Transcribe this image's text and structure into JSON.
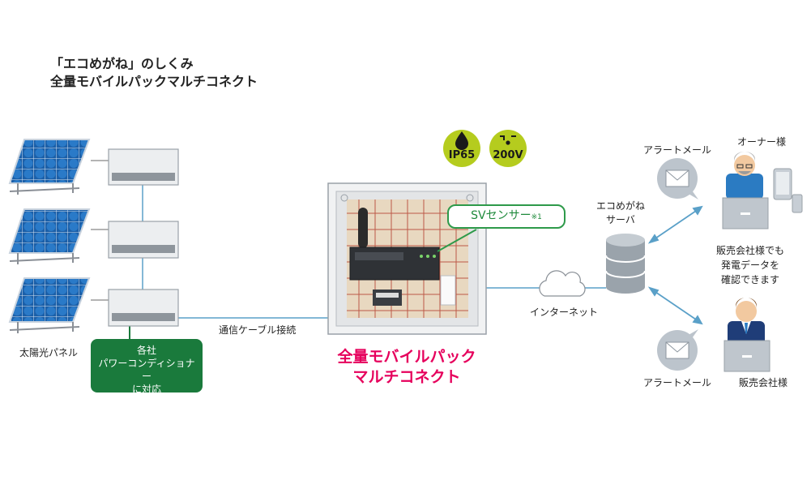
{
  "title": {
    "line1": "「エコめがね」のしくみ",
    "line2": "全量モバイルパックマルチコネクト"
  },
  "solar": {
    "label": "太陽光パネル"
  },
  "conditioner_callout": {
    "line1": "各社",
    "line2": "パワーコンディショナー",
    "line3": "に対応"
  },
  "cable_label": "通信ケーブル接続",
  "device": {
    "name_line1": "全量モバイルパック",
    "name_line2": "マルチコネクト",
    "sensor_label": "SVセンサー",
    "sensor_note": "※1"
  },
  "badges": {
    "ip65": "IP65",
    "v200": "200V"
  },
  "internet_label": "インターネット",
  "server": {
    "line1": "エコめがね",
    "line2": "サーバ"
  },
  "alert_mail_top": "アラートメール",
  "alert_mail_bottom": "アラートメール",
  "owner_label": "オーナー様",
  "dealer_label": "販売会社様",
  "dealer_note": {
    "line1": "販売会社様でも",
    "line2": "発電データを",
    "line3": "確認できます"
  },
  "colors": {
    "accent_pink": "#e6005c",
    "callout_green": "#1a7a3c",
    "badge_green": "#b5cc1e",
    "line_blue": "#5aa0c8",
    "panel_blue": "#1b5fa8"
  }
}
